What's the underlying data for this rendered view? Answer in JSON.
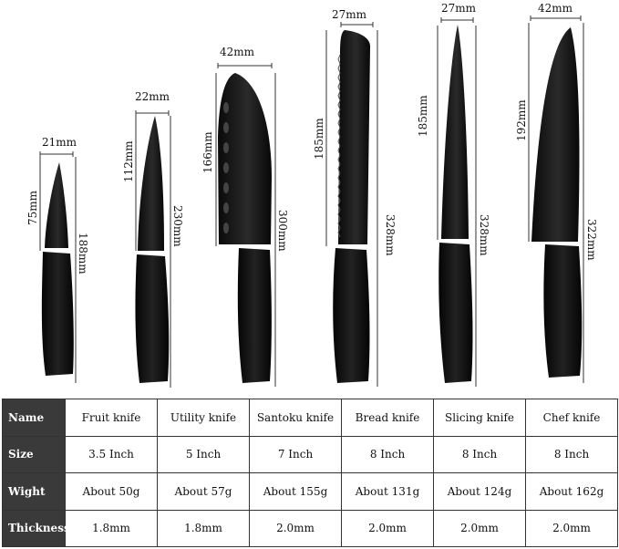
{
  "knives": [
    {
      "name": "Fruit knife",
      "width": "21mm",
      "blade": "75mm",
      "total": "188mm"
    },
    {
      "name": "Utility knife",
      "width": "22mm",
      "blade": "112mm",
      "total": "230mm"
    },
    {
      "name": "Santoku knife",
      "width": "42mm",
      "blade": "166mm",
      "total": "300mm"
    },
    {
      "name": "Bread knife",
      "width": "27mm",
      "blade": "185mm",
      "total": "328mm"
    },
    {
      "name": "Slicing knife",
      "width": "27mm",
      "blade": "185mm",
      "total": "328mm"
    },
    {
      "name": "Chef knife",
      "width": "42mm",
      "blade": "192mm",
      "total": "322mm"
    }
  ],
  "table": {
    "rows": [
      {
        "label": "Name",
        "cells": [
          "Fruit knife",
          "Utility knife",
          "Santoku knife",
          "Bread knife",
          "Slicing knife",
          "Chef knife"
        ]
      },
      {
        "label": "Size",
        "cells": [
          "3.5 Inch",
          "5 Inch",
          "7 Inch",
          "8 Inch",
          "8 Inch",
          "8 Inch"
        ]
      },
      {
        "label": "Wight",
        "cells": [
          "About 50g",
          "About 57g",
          "About 155g",
          "About 131g",
          "About 124g",
          "About 162g"
        ]
      },
      {
        "label": "Thickness",
        "cells": [
          "1.8mm",
          "1.8mm",
          "2.0mm",
          "2.0mm",
          "2.0mm",
          "2.0mm"
        ]
      }
    ]
  }
}
